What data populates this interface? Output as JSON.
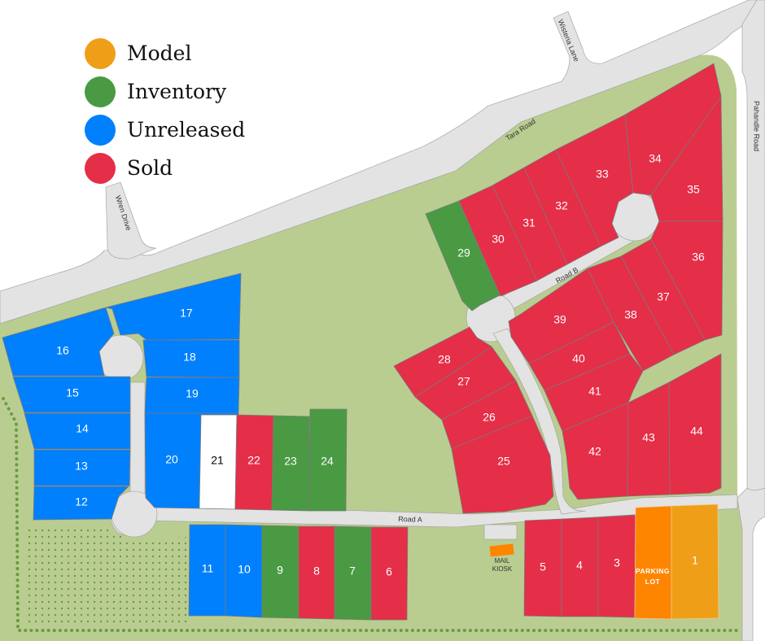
{
  "legend": {
    "items": [
      {
        "label": "Model",
        "color": "#EE9F17",
        "status": "model"
      },
      {
        "label": "Inventory",
        "color": "#4A9A43",
        "status": "inventory"
      },
      {
        "label": "Unreleased",
        "color": "#0180FE",
        "status": "unreleased"
      },
      {
        "label": "Sold",
        "color": "#E52E48",
        "status": "sold"
      }
    ]
  },
  "colors": {
    "model": "#EE9F17",
    "inventory": "#4A9A43",
    "unreleased": "#0180FE",
    "sold": "#E52E48",
    "available": "#FFFFFF",
    "parking": "#FE8500",
    "grass": "#BACD90",
    "road": "#E3E3E3",
    "trees": "#6B9A42"
  },
  "roads": {
    "tara_road": "Tara Road",
    "wisteria_lane": "Wisteria Lane",
    "wren_drive": "Wren Drive",
    "pahandle_road": "Pahandle Road",
    "road_a": "Road A",
    "road_b": "Road B"
  },
  "amenities": {
    "mail_kiosk_line1": "MAIL",
    "mail_kiosk_line2": "KIOSK",
    "parking_line1": "PARKING",
    "parking_line2": "LOT"
  },
  "lots": [
    {
      "number": "1",
      "status": "model"
    },
    {
      "number": "3",
      "status": "sold"
    },
    {
      "number": "4",
      "status": "sold"
    },
    {
      "number": "5",
      "status": "sold"
    },
    {
      "number": "6",
      "status": "sold"
    },
    {
      "number": "7",
      "status": "inventory"
    },
    {
      "number": "8",
      "status": "sold"
    },
    {
      "number": "9",
      "status": "inventory"
    },
    {
      "number": "10",
      "status": "unreleased"
    },
    {
      "number": "11",
      "status": "unreleased"
    },
    {
      "number": "12",
      "status": "unreleased"
    },
    {
      "number": "13",
      "status": "unreleased"
    },
    {
      "number": "14",
      "status": "unreleased"
    },
    {
      "number": "15",
      "status": "unreleased"
    },
    {
      "number": "16",
      "status": "unreleased"
    },
    {
      "number": "17",
      "status": "unreleased"
    },
    {
      "number": "18",
      "status": "unreleased"
    },
    {
      "number": "19",
      "status": "unreleased"
    },
    {
      "number": "20",
      "status": "unreleased"
    },
    {
      "number": "21",
      "status": "available"
    },
    {
      "number": "22",
      "status": "sold"
    },
    {
      "number": "23",
      "status": "inventory"
    },
    {
      "number": "24",
      "status": "inventory"
    },
    {
      "number": "25",
      "status": "sold"
    },
    {
      "number": "26",
      "status": "sold"
    },
    {
      "number": "27",
      "status": "sold"
    },
    {
      "number": "28",
      "status": "sold"
    },
    {
      "number": "29",
      "status": "inventory"
    },
    {
      "number": "30",
      "status": "sold"
    },
    {
      "number": "31",
      "status": "sold"
    },
    {
      "number": "32",
      "status": "sold"
    },
    {
      "number": "33",
      "status": "sold"
    },
    {
      "number": "34",
      "status": "sold"
    },
    {
      "number": "35",
      "status": "sold"
    },
    {
      "number": "36",
      "status": "sold"
    },
    {
      "number": "37",
      "status": "sold"
    },
    {
      "number": "38",
      "status": "sold"
    },
    {
      "number": "39",
      "status": "sold"
    },
    {
      "number": "40",
      "status": "sold"
    },
    {
      "number": "41",
      "status": "sold"
    },
    {
      "number": "42",
      "status": "sold"
    },
    {
      "number": "43",
      "status": "sold"
    },
    {
      "number": "44",
      "status": "sold"
    }
  ]
}
